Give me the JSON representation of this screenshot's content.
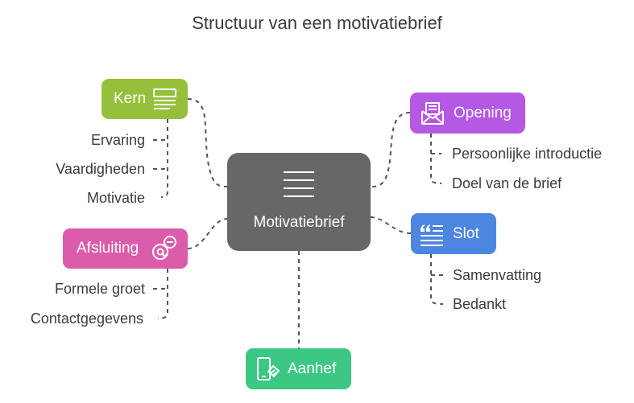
{
  "title": "Structuur van een motivatiebrief",
  "center": {
    "label": "Motivatiebrief",
    "icon": "lines-icon"
  },
  "branches": {
    "kern": {
      "label": "Kern",
      "icon": "text-lines-icon",
      "color": "#96c03b",
      "items": [
        "Ervaring",
        "Vaardigheden",
        "Motivatie"
      ]
    },
    "opening": {
      "label": "Opening",
      "icon": "envelope-letter-icon",
      "color": "#b558e4",
      "items": [
        "Persoonlijke introductie",
        "Doel van de brief"
      ]
    },
    "afsluiting": {
      "label": "Afsluiting",
      "icon": "contact-remove-icon",
      "color": "#dc5cac",
      "items": [
        "Formele groet",
        "Contactgegevens"
      ]
    },
    "slot": {
      "label": "Slot",
      "icon": "quote-lines-icon",
      "color": "#4d86e0",
      "items": [
        "Samenvatting",
        "Bedankt"
      ]
    },
    "aanhef": {
      "label": "Aanhef",
      "icon": "phone-handshake-icon",
      "color": "#3cc784"
    }
  },
  "colors": {
    "center": "#676767",
    "connector": "#555555",
    "text": "#3a3a3a"
  }
}
